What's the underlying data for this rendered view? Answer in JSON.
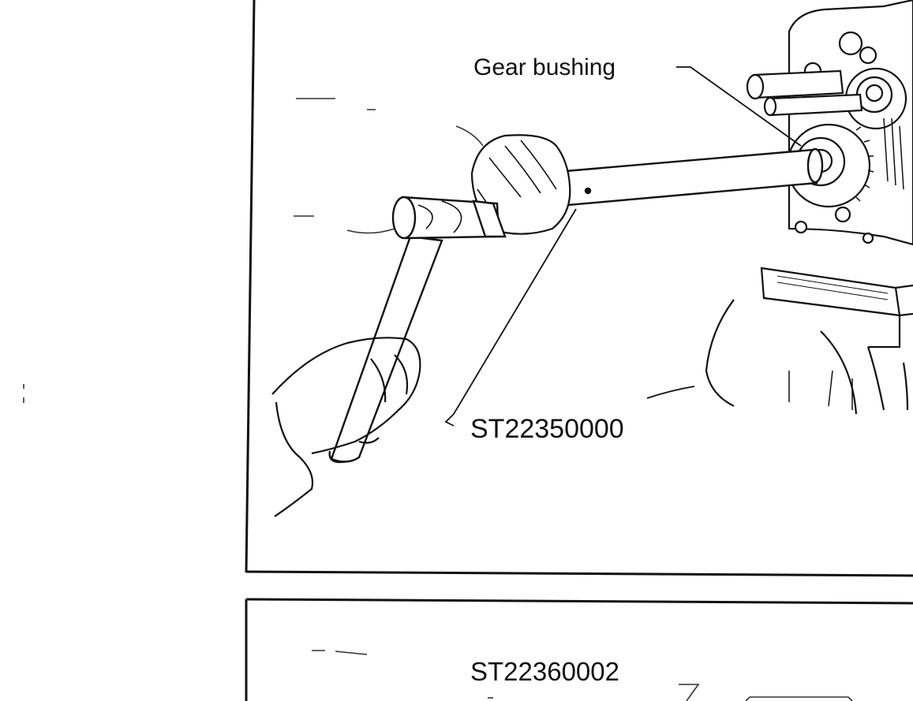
{
  "figure_top": {
    "labels": {
      "gear_bushing": "Gear bushing",
      "drift_tool": "ST22350000"
    }
  },
  "figure_bottom": {
    "labels": {
      "tool": "ST22360002"
    }
  },
  "colors": {
    "ink": "#111111",
    "paper": "#ffffff"
  }
}
